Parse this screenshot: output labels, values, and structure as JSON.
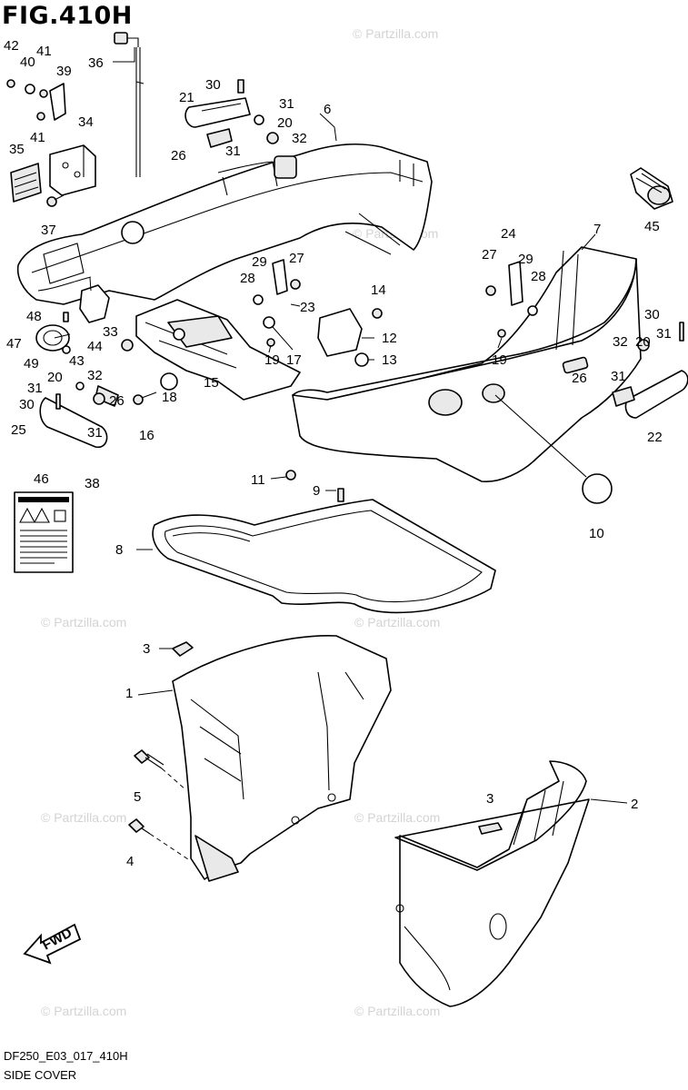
{
  "figure": {
    "title": "FIG.410H",
    "drawing_code": "DF250_E03_017_410H",
    "name": "SIDE COVER"
  },
  "watermark": "© Partzilla.com",
  "fwd_arrow": {
    "label": "FWD"
  },
  "callouts": {
    "c1": "1",
    "c2": "2",
    "c3a": "3",
    "c3b": "3",
    "c4": "4",
    "c5": "5",
    "c6": "6",
    "c7": "7",
    "c8": "8",
    "c9": "9",
    "c10": "10",
    "c11": "11",
    "c12": "12",
    "c13": "13",
    "c14": "14",
    "c15": "15",
    "c16": "16",
    "c17": "17",
    "c18": "18",
    "c19a": "19",
    "c19b": "19",
    "c20a": "20",
    "c20b": "20",
    "c20c": "20",
    "c21": "21",
    "c22": "22",
    "c23": "23",
    "c24": "24",
    "c25": "25",
    "c26a": "26",
    "c26b": "26",
    "c26c": "26",
    "c27a": "27",
    "c27b": "27",
    "c28a": "28",
    "c28b": "28",
    "c29a": "29",
    "c29b": "29",
    "c30a": "30",
    "c30b": "30",
    "c30c": "30",
    "c31a": "31",
    "c31b": "31",
    "c31c": "31",
    "c31d": "31",
    "c31e": "31",
    "c31f": "31",
    "c32a": "32",
    "c32b": "32",
    "c32c": "32",
    "c33": "33",
    "c34": "34",
    "c35": "35",
    "c36": "36",
    "c37": "37",
    "c38": "38",
    "c39": "39",
    "c40": "40",
    "c41a": "41",
    "c41b": "41",
    "c42": "42",
    "c43": "43",
    "c44": "44",
    "c45": "45",
    "c46": "46",
    "c47": "47",
    "c48": "48",
    "c49": "49"
  }
}
